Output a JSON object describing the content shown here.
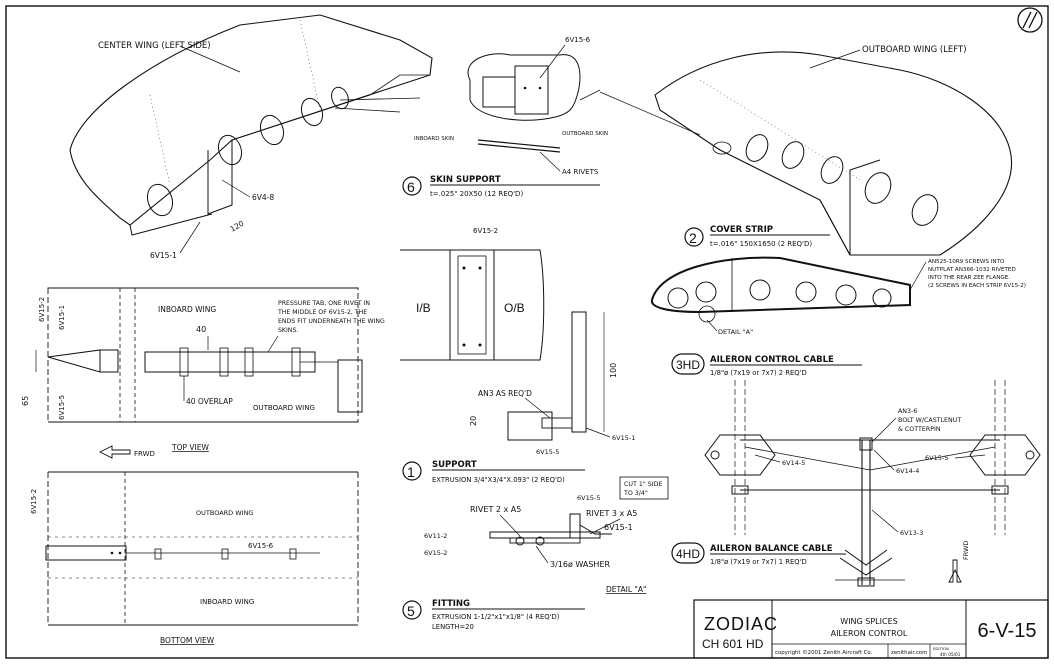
{
  "title_block": {
    "brand_line1": "ZODIAC",
    "brand_line2": "CH 601 HD",
    "title_line1": "WING SPLICES",
    "title_line2": "AILERON CONTROL",
    "copyright": "copyright ©2001 Zenith Aircraft Co.",
    "web": "zenithair.com",
    "rev_a": "EDITION",
    "rev_b": "4th 05/01",
    "drawing_number": "6-V-15"
  },
  "top_left": {
    "title": "CENTER WING (LEFT SIDE)",
    "callout_1": "6V4-8",
    "callout_2": "6V15-1",
    "dim_1": "120"
  },
  "top_right": {
    "title": "OUTBOARD WING (LEFT)"
  },
  "skin_support": {
    "number": "6",
    "heading": "SKIN SUPPORT",
    "spec": "t=.025\" 20X50  (12 REQ'D)",
    "part": "6V15-6",
    "inboard_label": "INBOARD SKIN",
    "outboard_label": "OUTBOARD SKIN",
    "rivets": "A4 RIVETS"
  },
  "cover_strip": {
    "number": "2",
    "heading": "COVER STRIP",
    "spec": "t=.016\"  150X1650   (2 REQ'D)",
    "note": "AN525-10R9  SCREWS INTO NUTPLAT AN366-1032 RIVETED INTO THE REAR ZEE FLANGE. (2 SCREWS IN EACH STRIP 6V15-2)",
    "note_lines": [
      "AN525-10R9  SCREWS INTO",
      "NUTPLAT AN366-1032 RIVETED",
      "INTO THE REAR ZEE FLANGE.",
      "(2 SCREWS IN EACH STRIP 6V15-2)"
    ],
    "detail_ref": "DETAIL \"A\""
  },
  "top_view": {
    "caption": "TOP VIEW",
    "inboard": "INBOARD WING",
    "outboard": "OUTBOARD WING",
    "note_lines": [
      "PRESSURE TAB, ONE RIVET IN",
      "THE MIDDLE OF 6V15-2, THE",
      "ENDS FIT UNDERNEATH THE WING",
      "SKINS."
    ],
    "part_a": "6V15-2",
    "part_b": "6V15-1",
    "part_c": "6V15-5",
    "dim_40": "40",
    "dim_65": "65",
    "overlap": "40  OVERLAP",
    "frwd": "FRWD"
  },
  "bottom_view": {
    "caption": "BOTTOM VIEW",
    "outboard": "OUTBOARD WING",
    "inboard": "INBOARD WING",
    "part_a": "6V15-2",
    "part_b": "6V15-6"
  },
  "splice_center": {
    "part": "6V15-2",
    "ib": "I/B",
    "ob": "O/B",
    "bolt": "AN3 AS REQ'D",
    "dim_20": "20",
    "dim_100": "100",
    "part_5": "6V15-5",
    "part_1": "6V15-1"
  },
  "support": {
    "number": "1",
    "heading": "SUPPORT",
    "spec": "EXTRUSION 3/4\"X3/4\"X.093\"   (2 REQ'D)"
  },
  "detail_a": {
    "cut_note_1": "CUT 1\" SIDE",
    "cut_note_2": "TO 3/4\"",
    "p5": "6V15-5",
    "rivet_1": "RIVET 2 x A5",
    "rivet_2": "RIVET 3 x A5",
    "p1": "6V15-1",
    "p11": "6V11-2",
    "p2": "6V15-2",
    "washer": "3/16ø WASHER",
    "caption": "DETAIL \"A\""
  },
  "fitting": {
    "number": "5",
    "heading": "FITTING",
    "spec": "EXTRUSION 1-1/2\"x1\"x1/8\"   (4  REQ'D)",
    "length": "LENGTH=20"
  },
  "aileron": {
    "control_tag": "3HD",
    "control_heading": "AILERON CONTROL CABLE",
    "control_spec": "1/8\"ø (7x19 or 7x7) 2 REQ'D",
    "balance_tag": "4HD",
    "balance_heading": "AILERON BALANCE CABLE",
    "balance_spec": "1/8\"ø (7x19 or 7x7) 1 REQ'D",
    "bolt_lines": [
      "AN3-6",
      "BOLT  W/CASTLENUT",
      "& COTTERPIN"
    ],
    "p14_5": "6V14-5",
    "p14_4": "6V14-4",
    "p15_5": "6V15-5",
    "p13_3": "6V13-3",
    "frwd": "FRWD"
  },
  "colors": {
    "ink": "#111111",
    "paper": "#ffffff"
  }
}
